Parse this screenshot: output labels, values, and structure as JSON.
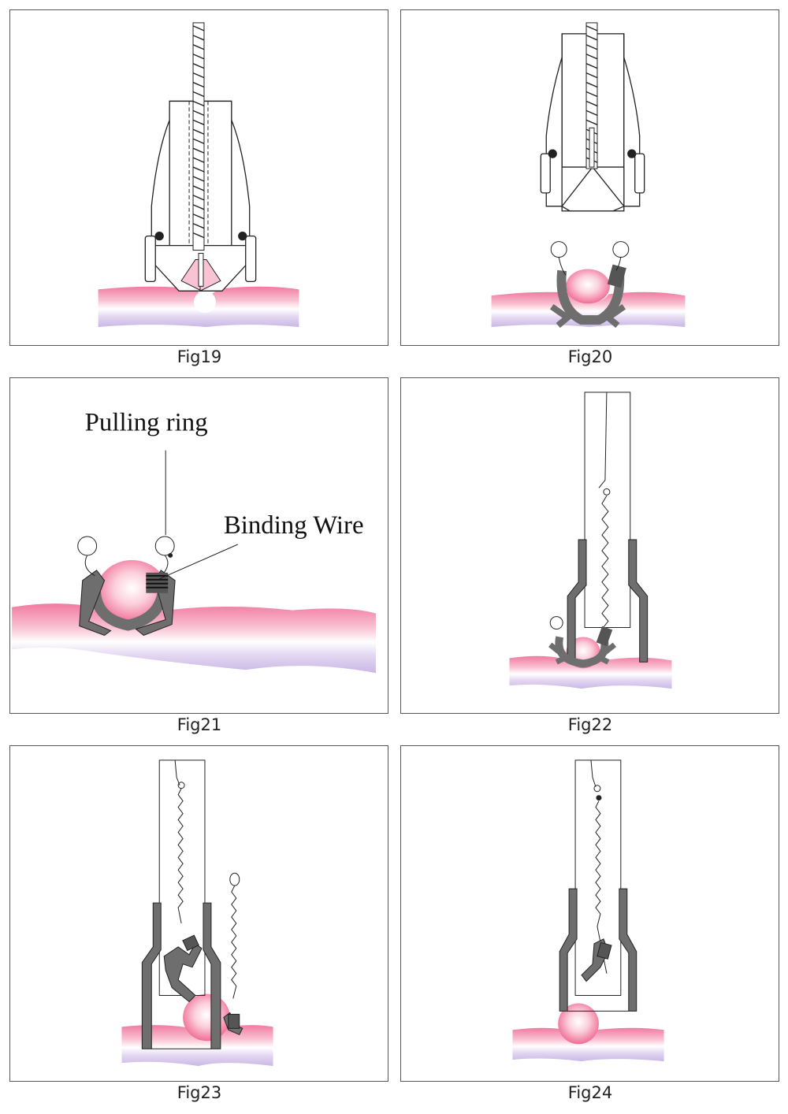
{
  "figures": [
    {
      "id": "fig19",
      "caption": "Fig19"
    },
    {
      "id": "fig20",
      "caption": "Fig20"
    },
    {
      "id": "fig21",
      "caption": "Fig21",
      "labels": {
        "pulling_ring": "Pulling ring",
        "binding_wire": "Binding Wire"
      }
    },
    {
      "id": "fig22",
      "caption": "Fig22"
    },
    {
      "id": "fig23",
      "caption": "Fig23"
    },
    {
      "id": "fig24",
      "caption": "Fig24"
    }
  ],
  "colors": {
    "tissue_pink": "#f07aa0",
    "tissue_light": "#f9c3d3",
    "tissue_lavender": "#c9b8e6",
    "clip_gray": "#6e6e6e",
    "outline": "#222222"
  }
}
